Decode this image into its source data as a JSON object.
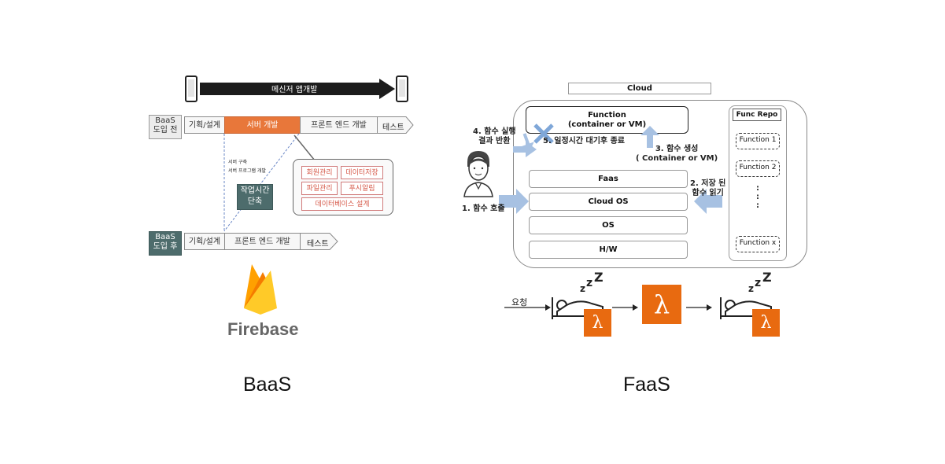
{
  "captions": {
    "left": "BaaS",
    "right": "FaaS"
  },
  "baas": {
    "messenger_label": "메신저 앱개발",
    "before_label": "BaaS\n도입 전",
    "after_label": "BaaS\n도입 후",
    "before_stages": [
      "기획/설계",
      "서버 개발",
      "프론트 엔드 개발",
      "테스트"
    ],
    "after_stages": [
      "기획/설계",
      "프론트 엔드 개발",
      "테스트"
    ],
    "server_notes": [
      "서버 구축",
      "서버 프로그램 개발"
    ],
    "callout_items": [
      "회원관리",
      "데이터저장",
      "파일관리",
      "푸시알림",
      "데이터베이스 설계"
    ],
    "time_saved": "작업시간\n단축",
    "firebase_label": "Firebase"
  },
  "faas": {
    "cloud_label": "Cloud",
    "function_label": "Function\n(container or VM)",
    "func_repo_label": "Func Repo",
    "repo_items": [
      "Function 1",
      "Function 2",
      "Function x"
    ],
    "repo_ellipsis": ":\n:\n:",
    "layers": [
      "Faas",
      "Cloud OS",
      "OS",
      "H/W"
    ],
    "steps": {
      "call": "1. 함수 호출",
      "read": "2. 저장 된\n함수 읽기",
      "create": "3. 함수 생성\n( Container or VM)",
      "execute": "4. 함수 실행\n결과 반환",
      "terminate": "5. 일정시간 대기후 종료"
    },
    "request_label": "요청",
    "zzz": [
      "z",
      "z",
      "Z"
    ],
    "lambda_symbol": "λ",
    "colors": {
      "lambda": "#e86a10",
      "arrow": "#a7c1e2"
    }
  }
}
